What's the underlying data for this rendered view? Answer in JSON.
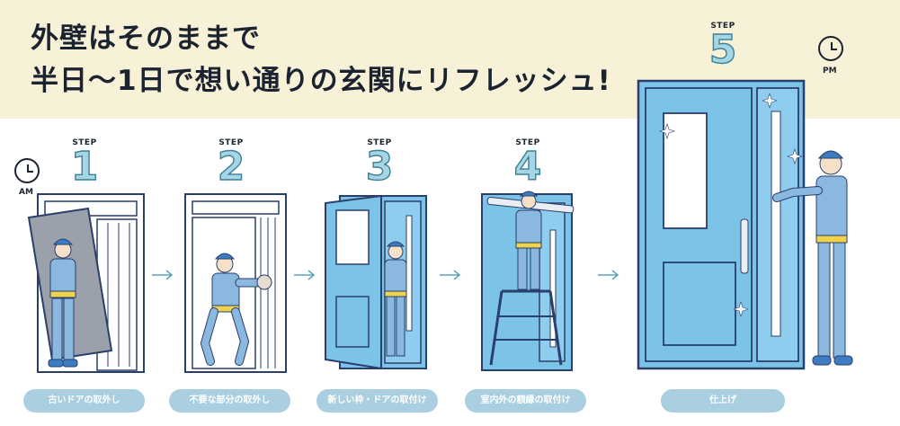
{
  "headline": {
    "line1": "外壁はそのままで",
    "line2": "半日〜1日で想い通りの玄関にリフレッシュ!"
  },
  "clocks": {
    "am": "AM",
    "pm": "PM"
  },
  "steps": [
    {
      "word": "STEP",
      "number": "1",
      "caption": "古いドアの取外し"
    },
    {
      "word": "STEP",
      "number": "2",
      "caption": "不要な部分の取外し"
    },
    {
      "word": "STEP",
      "number": "3",
      "caption": "新しい枠・ドアの取付け"
    },
    {
      "word": "STEP",
      "number": "4",
      "caption": "室内外の額縁の取付け"
    },
    {
      "word": "STEP",
      "number": "5",
      "caption": "仕上げ"
    }
  ],
  "colors": {
    "banner": "#f7f1d7",
    "door_blue": "#7cc3e8",
    "outline": "#2a3f6b",
    "pill": "#a9cfe0",
    "uniform": "#8ab8de"
  },
  "icons": [
    "clock-icon",
    "arrow-right-icon",
    "sparkle-icon"
  ]
}
